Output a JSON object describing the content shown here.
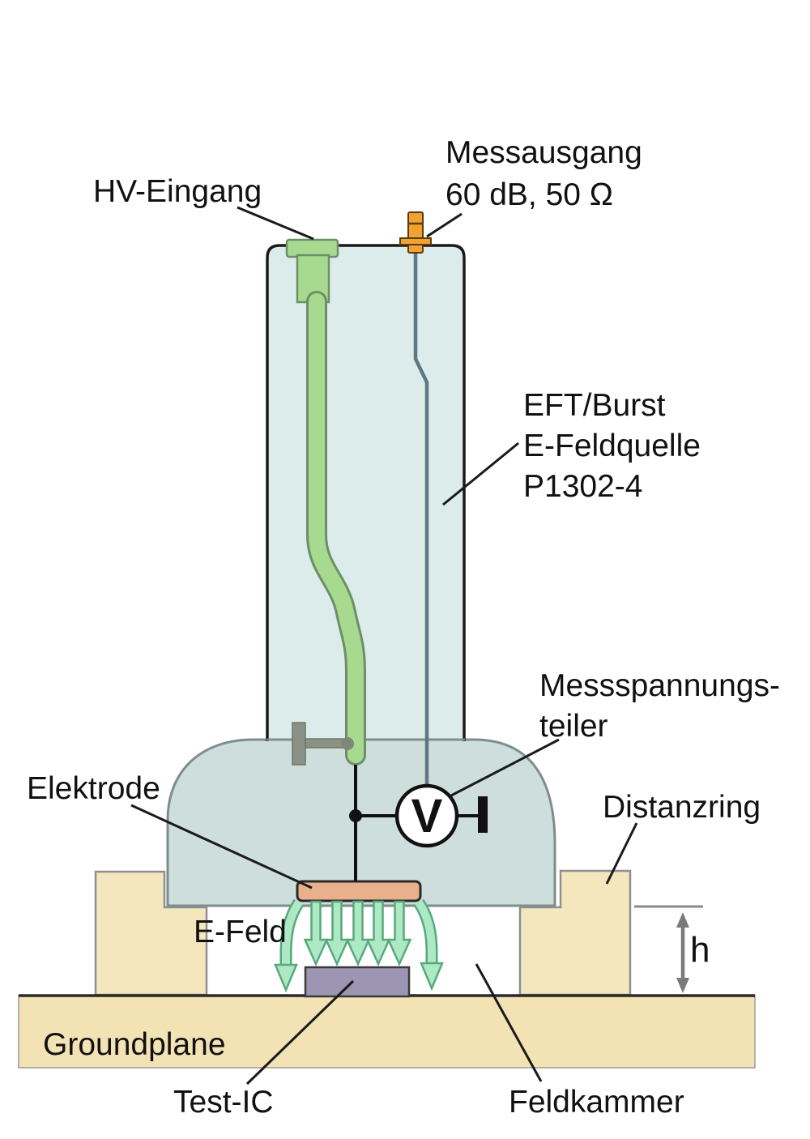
{
  "diagram": {
    "labels": {
      "hv_input": "HV-Eingang",
      "meas_output": {
        "line1": "Messausgang",
        "line2": "60 dB, 50 Ω"
      },
      "source": {
        "line1": "EFT/Burst",
        "line2": "E-Feldquelle",
        "line3": "P1302-4"
      },
      "divider": {
        "line1": "Messspannungs-",
        "line2": "teiler"
      },
      "electrode": "Elektrode",
      "distance_ring": "Distanzring",
      "e_field": "E-Feld",
      "height_dim": "h",
      "groundplane": "Groundplane",
      "test_ic": "Test-IC",
      "field_chamber": "Feldkammer",
      "voltmeter": "V"
    },
    "colors": {
      "body_fill": "#dcecea",
      "dome_fill": "#cddedc",
      "body_outline": "#1a1a1a",
      "dome_outline": "#7d8d8d",
      "cable_fill": "#a7da8e",
      "cable_outline": "#6b8f68",
      "connector_orange": "#f2a233",
      "connector_orange_outline": "#5a3c0a",
      "electrode_fill": "#e9b08c",
      "ring_fill": "#f4e6bd",
      "ring_outline": "#8f8f8f",
      "ground_fill": "#f2e2b4",
      "ground_top_edge": "#2a2a2a",
      "test_ic_fill": "#9d96b2",
      "arrow_fill": "#aee9c5",
      "arrow_outline": "#57a97c",
      "meas_line": "#5f7780",
      "bracket_gray": "#8b9285",
      "dim_gray": "#7a7a7a",
      "wire_black": "#111111"
    }
  }
}
